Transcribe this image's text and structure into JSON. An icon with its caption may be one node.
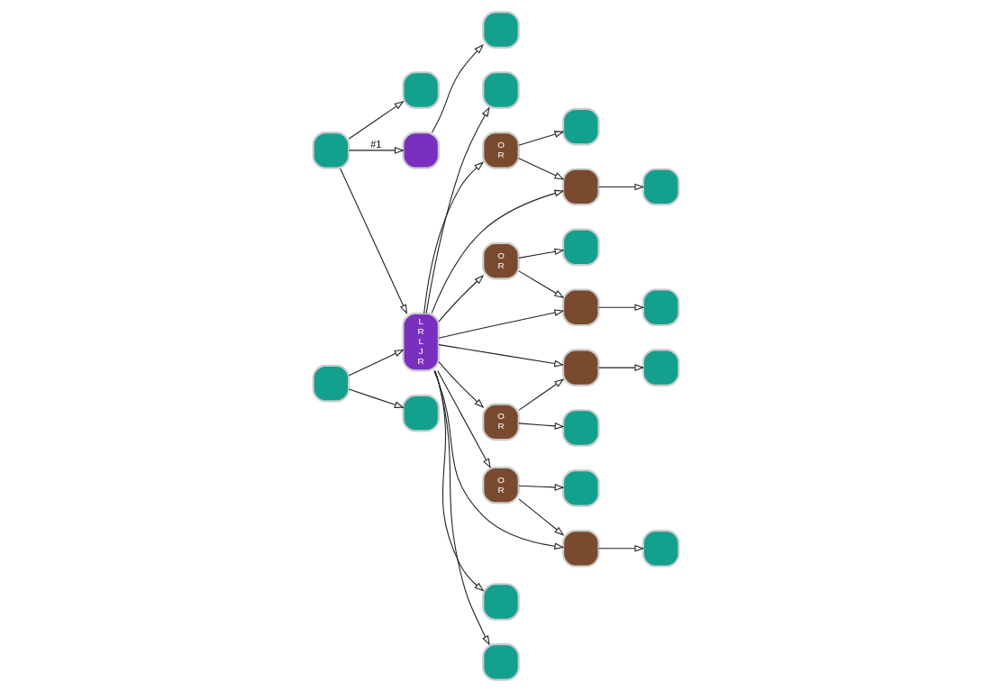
{
  "diagram": {
    "nodes": [
      {
        "text": [],
        "shape": "box"
      },
      {
        "text": [],
        "shape": "box"
      },
      {
        "text": [],
        "shape": "box"
      },
      {
        "text": [],
        "shape": "box"
      },
      {
        "text": [],
        "shape": "box"
      },
      {
        "text": [],
        "shape": "box"
      },
      {
        "text": [
          "L",
          "R",
          "L",
          "J",
          "R"
        ]
      },
      {
        "text": [],
        "shape": "box"
      },
      {
        "text": [
          "O",
          "R"
        ]
      },
      {
        "text": [],
        "shape": "box"
      },
      {
        "text": [],
        "shape": "box"
      },
      {
        "text": [],
        "shape": "box"
      },
      {
        "text": [
          "O",
          "R"
        ]
      },
      {
        "text": [],
        "shape": "box"
      },
      {
        "text": [],
        "shape": "box"
      },
      {
        "text": [],
        "shape": "box"
      },
      {
        "text": [],
        "shape": "box"
      },
      {
        "text": [],
        "shape": "box"
      },
      {
        "text": [
          "O",
          "R"
        ]
      },
      {
        "text": [],
        "shape": "box"
      },
      {
        "text": [
          "O",
          "R"
        ]
      },
      {
        "text": [],
        "shape": "box"
      },
      {
        "text": [],
        "shape": "box"
      },
      {
        "text": [],
        "shape": "box"
      },
      {
        "text": [],
        "shape": "box"
      },
      {
        "text": [],
        "shape": "box"
      }
    ],
    "edges": [
      {
        "from": 0,
        "to": 1,
        "arrow": "to"
      },
      {
        "from": 0,
        "to": 4,
        "arrow": "to",
        "label": "#1"
      },
      {
        "from": 0,
        "to": 6,
        "arrow": "to"
      },
      {
        "from": 2,
        "to": 3,
        "arrow": "to"
      },
      {
        "from": 2,
        "to": 6,
        "arrow": "to"
      },
      {
        "from": 4,
        "to": 5,
        "arrow": "to"
      },
      {
        "from": 6,
        "to": 7,
        "arrow": "to"
      },
      {
        "from": 6,
        "to": 8,
        "arrow": "to"
      },
      {
        "from": 6,
        "to": 12,
        "arrow": "to"
      },
      {
        "from": 6,
        "to": 16,
        "arrow": "to"
      },
      {
        "from": 6,
        "to": 18,
        "arrow": "to"
      },
      {
        "from": 6,
        "to": 10,
        "arrow": "to"
      },
      {
        "from": 6,
        "to": 14,
        "arrow": "to"
      },
      {
        "from": 6,
        "to": 20,
        "arrow": "to"
      },
      {
        "from": 6,
        "to": 22,
        "arrow": "to"
      },
      {
        "from": 6,
        "to": 24,
        "arrow": "to"
      },
      {
        "from": 6,
        "to": 25,
        "arrow": "to"
      },
      {
        "from": 8,
        "to": 9,
        "arrow": "to"
      },
      {
        "from": 8,
        "to": 10,
        "arrow": "to"
      },
      {
        "from": 10,
        "to": 11,
        "arrow": "to"
      },
      {
        "from": 12,
        "to": 14,
        "arrow": "to"
      },
      {
        "from": 12,
        "to": 13,
        "arrow": "to"
      },
      {
        "from": 14,
        "to": 15,
        "arrow": "to"
      },
      {
        "from": 18,
        "to": 16,
        "arrow": "to"
      },
      {
        "from": 18,
        "to": 19,
        "arrow": "to"
      },
      {
        "from": 16,
        "to": 17,
        "arrow": "to"
      },
      {
        "from": 20,
        "to": 22,
        "arrow": "to"
      },
      {
        "from": 20,
        "to": 21,
        "arrow": "to"
      },
      {
        "from": 22,
        "to": 23,
        "arrow": "to"
      }
    ]
  }
}
